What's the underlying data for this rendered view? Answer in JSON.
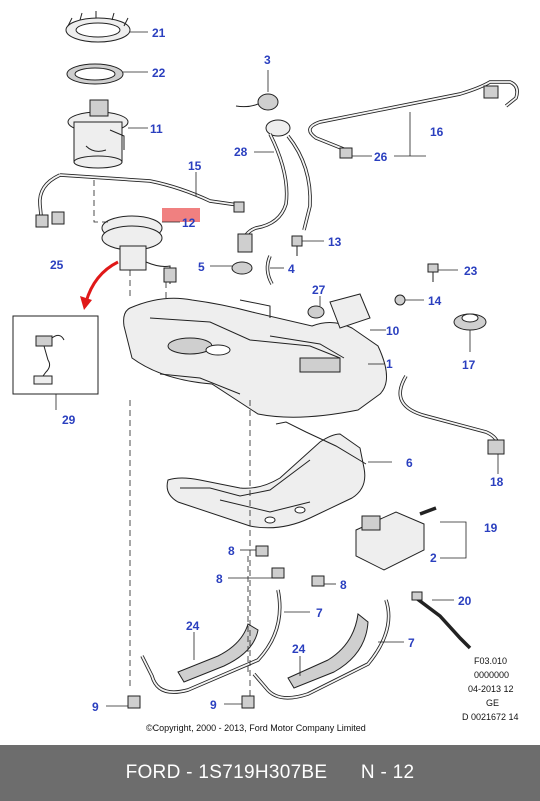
{
  "callouts": [
    "1",
    "2",
    "3",
    "4",
    "5",
    "6",
    "7",
    "7",
    "8",
    "8",
    "8",
    "9",
    "9",
    "10",
    "11",
    "12",
    "13",
    "14",
    "15",
    "16",
    "17",
    "18",
    "19",
    "20",
    "21",
    "22",
    "23",
    "24",
    "24",
    "25",
    "26",
    "27",
    "28",
    "29"
  ],
  "meta": {
    "line1": "F03.010",
    "line2": "0000000",
    "line3": "04-2013 12",
    "line4": "GE",
    "line5": "D 0021672 14"
  },
  "copyright": "©Copyright, 2000 - 2013, Ford Motor Company Limited",
  "footer": {
    "part_label": "FORD - 1S719H307BE",
    "page_label": "N - 12"
  },
  "colors": {
    "callout_text": "#2a3fbf",
    "footer_bg": "#6d6d6d",
    "highlight": "#f08080",
    "arrow": "#e01818"
  }
}
